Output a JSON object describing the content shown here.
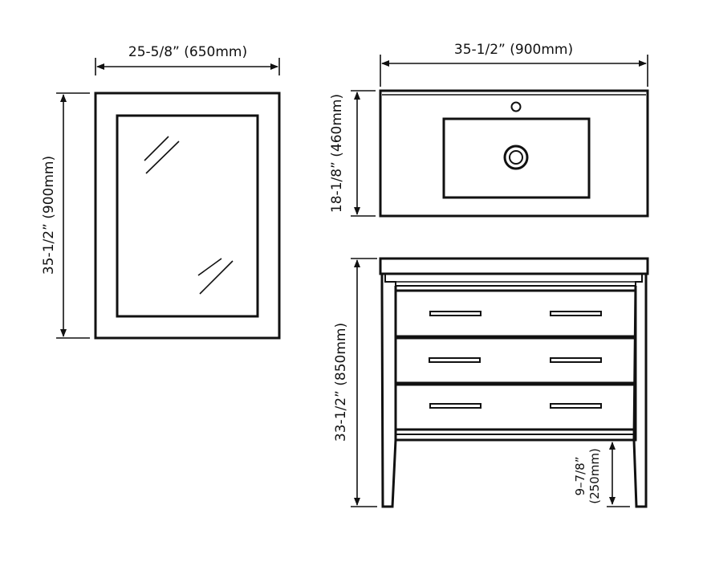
{
  "colors": {
    "line": "#111111",
    "background": "#ffffff"
  },
  "mirror": {
    "width_label": "25-5/8” (650mm)",
    "height_label": "35-1/2” (900mm)"
  },
  "top_view": {
    "width_label": "35-1/2” (900mm)",
    "depth_label": "18-1/8” (460mm)"
  },
  "front_view": {
    "height_label": "33-1/2” (850mm)",
    "leg_label_line1": "9–7/8”",
    "leg_label_line2": "(250mm)",
    "drawer_count": 3
  }
}
